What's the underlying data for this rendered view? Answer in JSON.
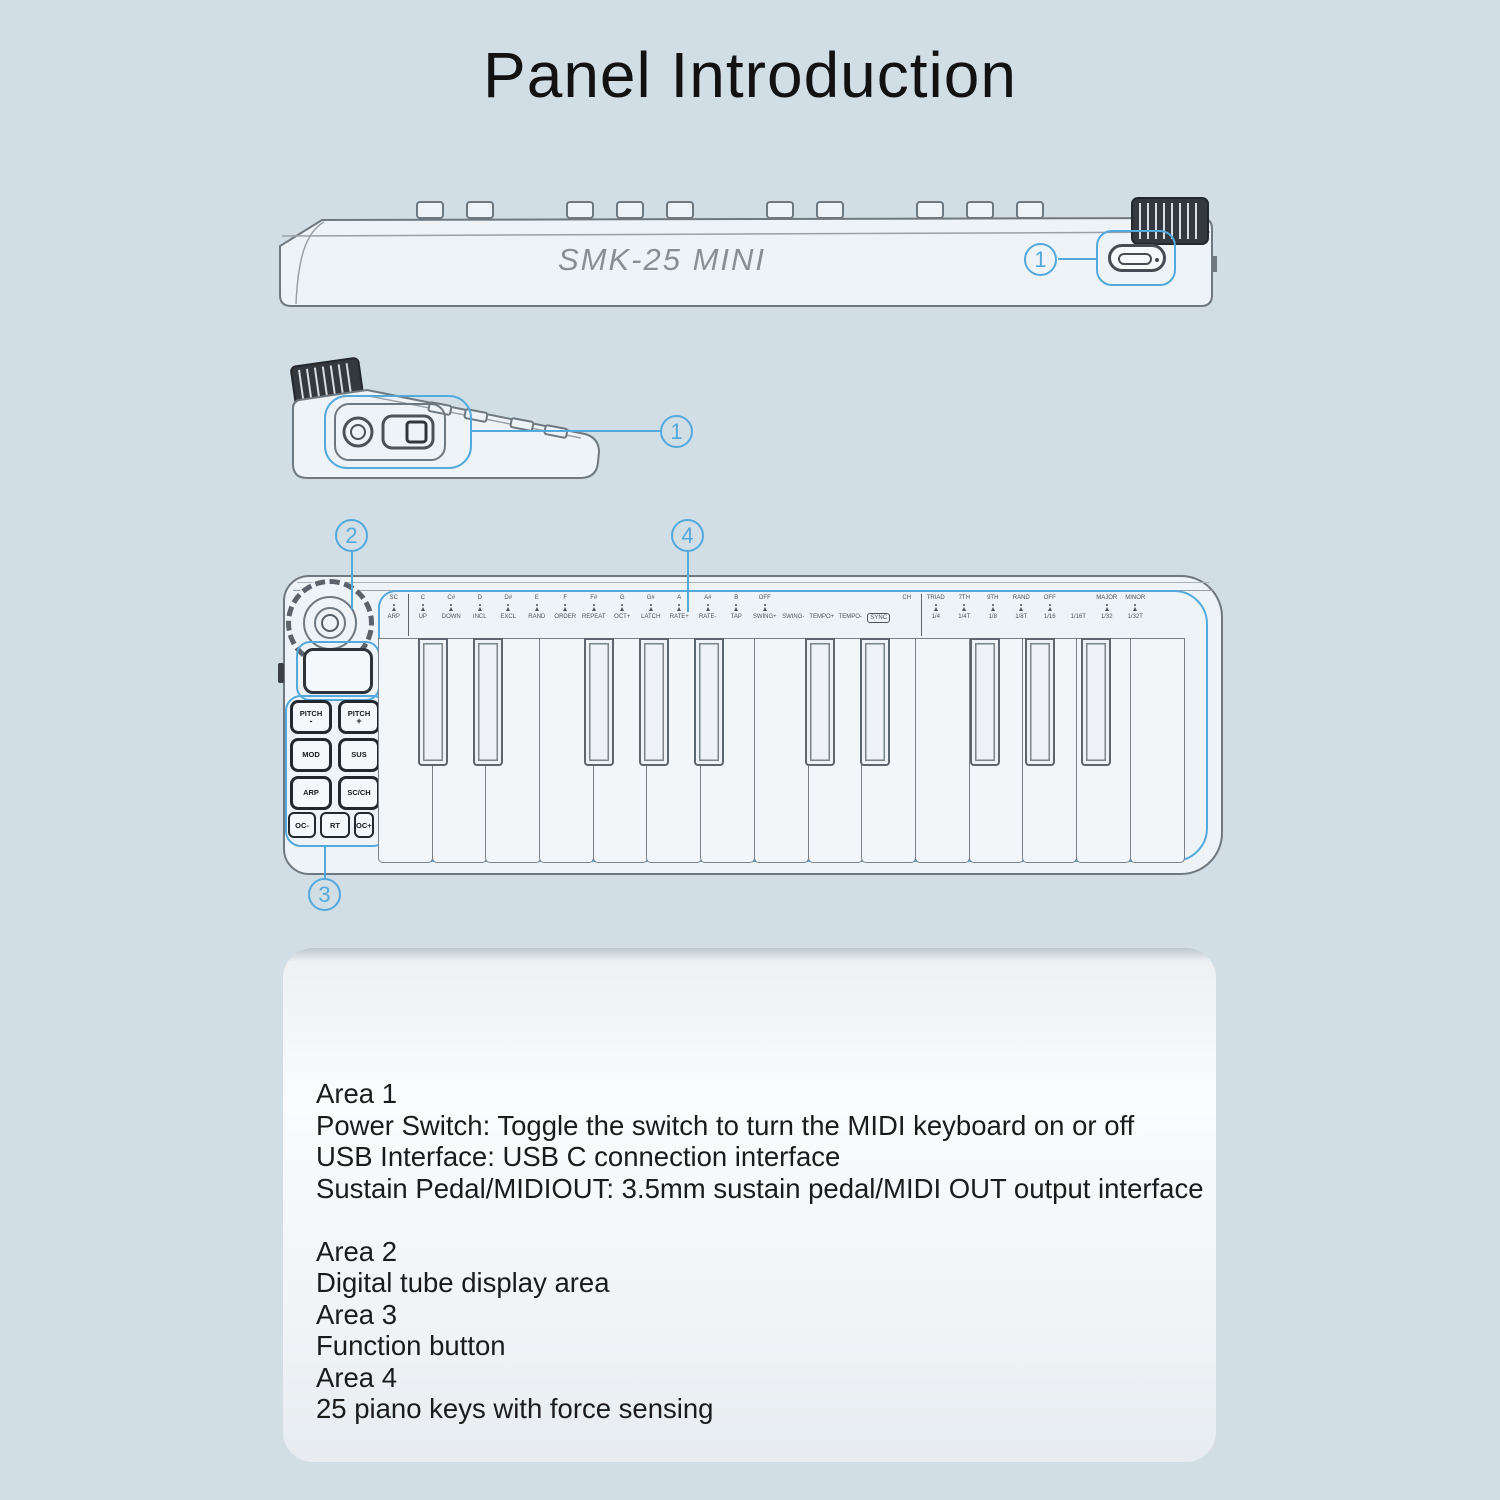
{
  "title": "Panel Introduction",
  "colors": {
    "background": "#d2dee6",
    "accent": "#54a9dc",
    "line_art": "#6e7880"
  },
  "back_view": {
    "model_label": "SMK-25 MINI",
    "callout": "1"
  },
  "side_view": {
    "callout": "1"
  },
  "main_view": {
    "callout_knob": "2",
    "callout_buttons": "3",
    "callout_keys": "4",
    "pads": [
      {
        "label": "PITCH",
        "sub": "-"
      },
      {
        "label": "PITCH",
        "sub": "+"
      },
      {
        "label": "MOD",
        "sub": ""
      },
      {
        "label": "SUS",
        "sub": ""
      },
      {
        "label": "ARP",
        "sub": ""
      },
      {
        "label": "SC/CH",
        "sub": ""
      }
    ],
    "small_pads": [
      {
        "label": "OC-"
      },
      {
        "label": "RT"
      },
      {
        "label": "OC+"
      }
    ],
    "key_labels": [
      {
        "top": "SC",
        "bottom": "ARP",
        "marker": true,
        "divider": true
      },
      {
        "top": "C",
        "bottom": "UP",
        "marker": true
      },
      {
        "top": "C#",
        "bottom": "DOWN",
        "marker": true
      },
      {
        "top": "D",
        "bottom": "INCL",
        "marker": true
      },
      {
        "top": "D#",
        "bottom": "EXCL",
        "marker": true
      },
      {
        "top": "E",
        "bottom": "RAND",
        "marker": true
      },
      {
        "top": "F",
        "bottom": "ORDER",
        "marker": true
      },
      {
        "top": "F#",
        "bottom": "REPEAT",
        "marker": true
      },
      {
        "top": "G",
        "bottom": "OCT+",
        "marker": true
      },
      {
        "top": "G#",
        "bottom": "LATCH",
        "marker": true
      },
      {
        "top": "A",
        "bottom": "RATE+",
        "marker": true
      },
      {
        "top": "A#",
        "bottom": "RATE-",
        "marker": true
      },
      {
        "top": "B",
        "bottom": "TAP",
        "marker": true
      },
      {
        "top": "OFF",
        "bottom": "SWING+",
        "marker": true
      },
      {
        "top": "",
        "bottom": "SWING-",
        "marker": false
      },
      {
        "top": "",
        "bottom": "TEMPO+",
        "marker": false
      },
      {
        "top": "",
        "bottom": "TEMPO-",
        "marker": false
      },
      {
        "top": "",
        "bottom": "SYNC",
        "marker": false,
        "boxed": true
      },
      {
        "top": "CH",
        "bottom": "",
        "marker": false,
        "divider": true
      },
      {
        "top": "TRIAD",
        "bottom": "1/4",
        "marker": true
      },
      {
        "top": "7TH",
        "bottom": "1/4T",
        "marker": true
      },
      {
        "top": "9TH",
        "bottom": "1/8",
        "marker": true
      },
      {
        "top": "RAND",
        "bottom": "1/8T",
        "marker": true
      },
      {
        "top": "OFF",
        "bottom": "1/16",
        "marker": true
      },
      {
        "top": "",
        "bottom": "1/16T",
        "marker": false
      },
      {
        "top": "MAJOR",
        "bottom": "1/32",
        "marker": true
      },
      {
        "top": "MINOR",
        "bottom": "1/32T",
        "marker": true
      }
    ]
  },
  "description": {
    "lines": [
      "Area 1",
      "Power Switch: Toggle the switch to turn the MIDI keyboard on or off",
      "USB Interface: USB C connection interface",
      "Sustain Pedal/MIDIOUT: 3.5mm sustain pedal/MIDI OUT output interface",
      "",
      "Area 2",
      "Digital tube display area",
      "Area 3",
      "Function button",
      "Area 4",
      "25 piano keys with force sensing"
    ]
  }
}
